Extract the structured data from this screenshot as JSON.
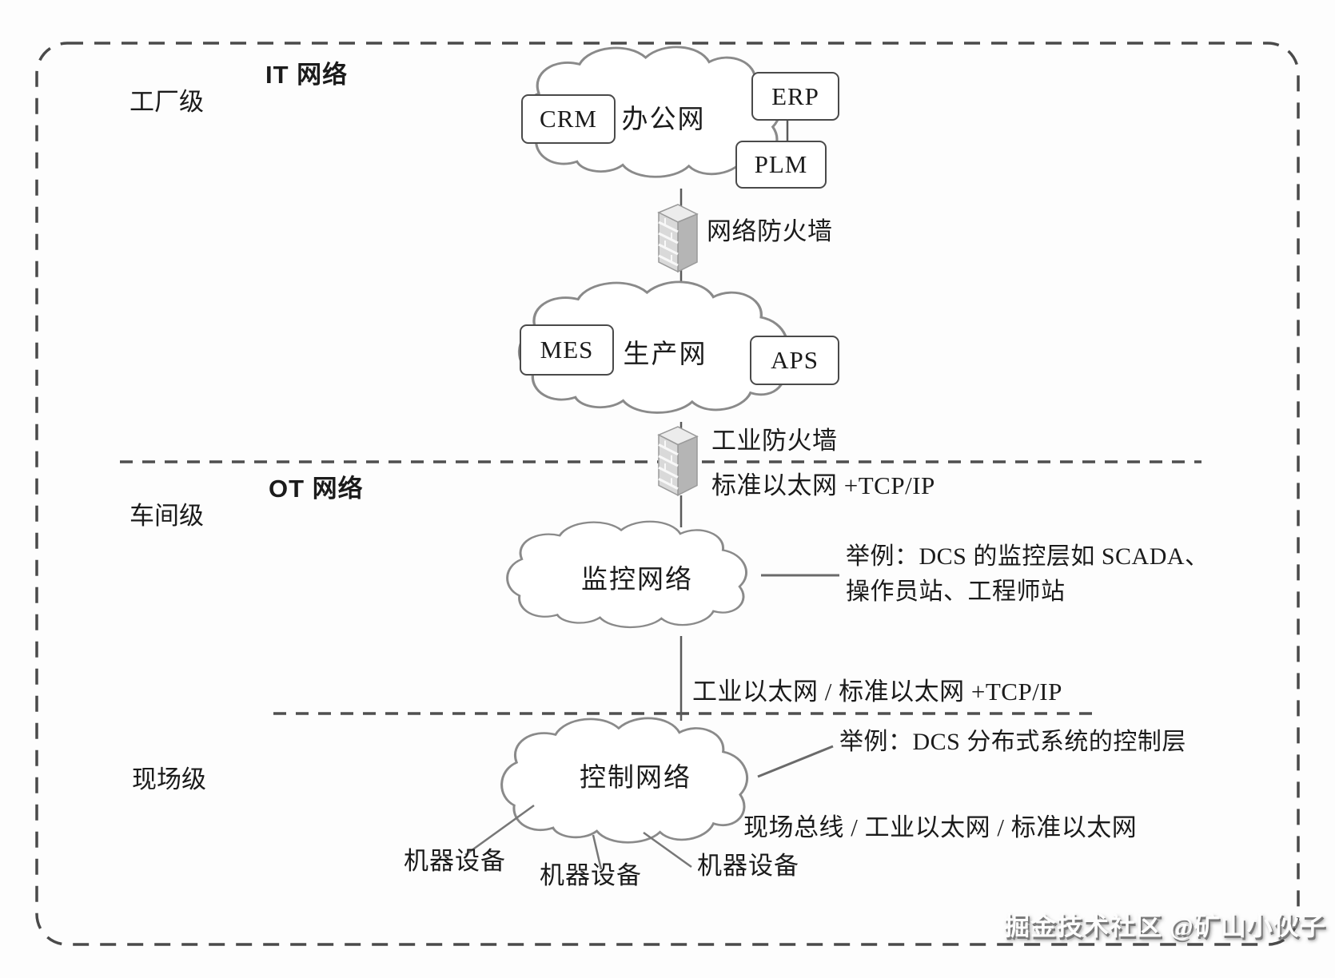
{
  "diagram": {
    "levels": {
      "factory": "工厂级",
      "workshop": "车间级",
      "field": "现场级"
    },
    "zones": {
      "it": "IT 网络",
      "ot": "OT 网络"
    },
    "clouds": {
      "office": "办公网",
      "production": "生产网",
      "supervision": "监控网络",
      "control": "控制网络"
    },
    "systems": {
      "crm": "CRM",
      "erp": "ERP",
      "plm": "PLM",
      "mes": "MES",
      "aps": "APS"
    },
    "firewalls": {
      "network": "网络防火墙",
      "industrial": "工业防火墙"
    },
    "links": {
      "standard_ethernet": "标准以太网 +TCP/IP",
      "industrial_ethernet": "工业以太网 / 标准以太网 +TCP/IP",
      "fieldbus": "现场总线 / 工业以太网 / 标准以太网"
    },
    "annotations": {
      "supervision_line1": "举例：DCS 的监控层如 SCADA、",
      "supervision_line2": "操作员站、工程师站",
      "control": "举例：DCS 分布式系统的控制层"
    },
    "devices": [
      "机器设备",
      "机器设备",
      "机器设备"
    ],
    "watermark": "掘金技术社区 @矿山小伙子"
  },
  "colors": {
    "line": "#5a5a5a",
    "cloud_stroke": "#8a8a8a",
    "firewall_face": "#d9d9d9",
    "firewall_side": "#b5b5b5",
    "firewall_top": "#ececec"
  }
}
